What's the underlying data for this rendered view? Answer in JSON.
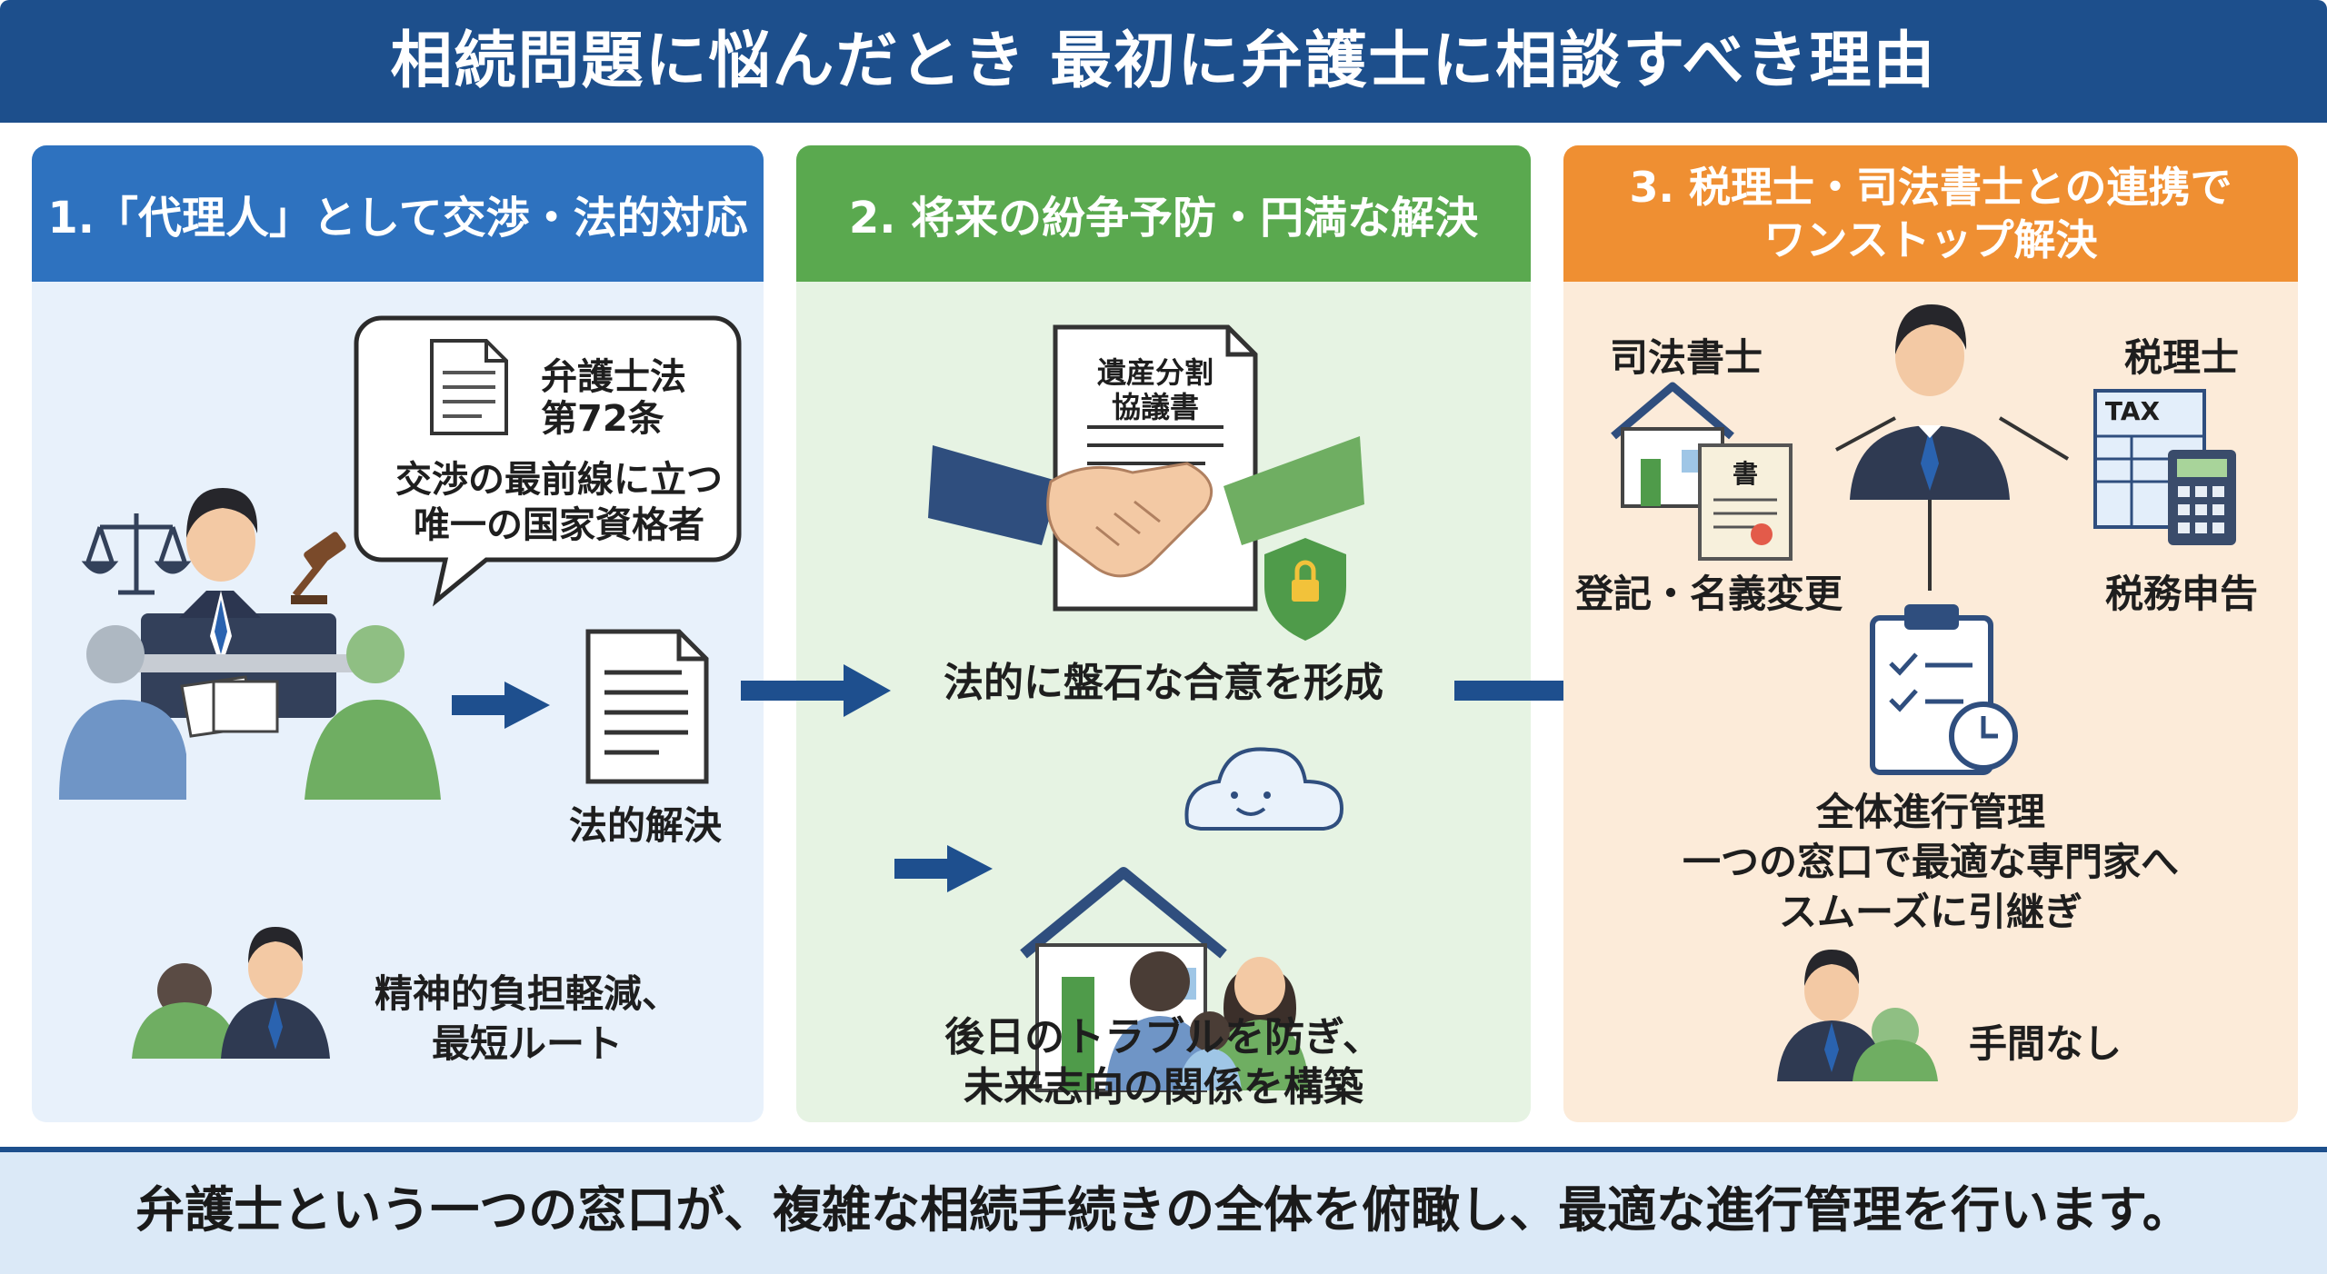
{
  "title": "相続問題に悩んだとき 最初に弁護士に相談すべき理由",
  "panels": [
    {
      "heading": "1.「代理人」として交渉・法的対応",
      "bubble_title": [
        "弁護士法",
        "第72条"
      ],
      "bubble_text": [
        "交渉の最前線に立つ",
        "唯一の国家資格者"
      ],
      "result_label": "法的解決",
      "benefit": [
        "精神的負担軽減、",
        "最短ルート"
      ]
    },
    {
      "heading": "2. 将来の紛争予防・円満な解決",
      "document_title": [
        "遺産分割",
        "協議書"
      ],
      "agreement_label": "法的に盤石な合意を形成",
      "outcome": [
        "後日のトラブルを防ぎ、",
        "未来志向の関係を構築"
      ]
    },
    {
      "heading": [
        "3. 税理士・司法書士との連携で",
        "ワンストップ解決"
      ],
      "left_role": "司法書士",
      "left_task": "登記・名義変更",
      "left_doc_mark": "書",
      "right_role": "税理士",
      "right_task": "税務申告",
      "tax_mark": "TAX",
      "management": [
        "全体進行管理",
        "一つの窓口で最適な専門家へ",
        "スムーズに引継ぎ"
      ],
      "benefit": "手間なし"
    }
  ],
  "footer": "弁護士という一つの窓口が、複雑な相続手続きの全体を俯瞰し、最適な進行管理を行います。",
  "colors": {
    "header": "#1d4f8c",
    "panel1": "#2e72bf",
    "panel2": "#5aa94f",
    "panel3": "#ef8f32",
    "arrow": "#1e4f8e"
  },
  "icons": [
    "scales-icon",
    "lawyer-icon",
    "gavel-icon",
    "document-icon",
    "handshake-icon",
    "shield-lock-icon",
    "house-icon",
    "family-icon",
    "cloud-icon",
    "certificate-icon",
    "tax-calculator-icon",
    "clipboard-clock-icon"
  ]
}
